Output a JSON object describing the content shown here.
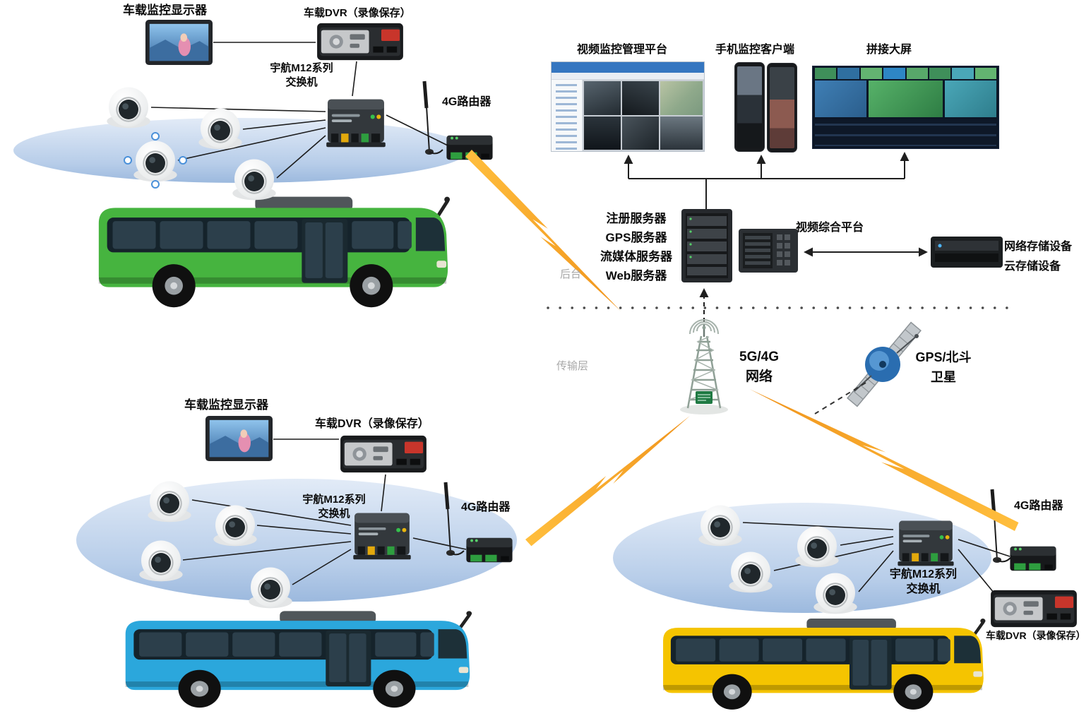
{
  "device_labels": {
    "monitor": "车载监控显示器",
    "dvr": "车载DVR（录像保存）",
    "switch_line1": "宇航M12系列",
    "switch_line2": "交换机",
    "router": "4G路由器"
  },
  "backend": {
    "platform_label": "视频监控管理平台",
    "mobile_label": "手机监控客户端",
    "video_wall_label": "拼接大屏",
    "servers": [
      "注册服务器",
      "GPS服务器",
      "流媒体服务器",
      "Web服务器"
    ],
    "video_platform_label": "视频综合平台",
    "storage_line1": "网络存储设备",
    "storage_line2": "云存储设备",
    "layer_backend": "后台",
    "layer_transport": "传输层",
    "network_line1": "5G/4G",
    "network_line2": "网络",
    "satellite_line1": "GPS/北斗",
    "satellite_line2": "卫星"
  },
  "colors": {
    "bus_green": "#46B43F",
    "bus_blue": "#2BA7DC",
    "bus_yellow": "#F5C400",
    "lightning_orange": "#F6A21E",
    "cloud_blue": "#AFC9E8"
  }
}
